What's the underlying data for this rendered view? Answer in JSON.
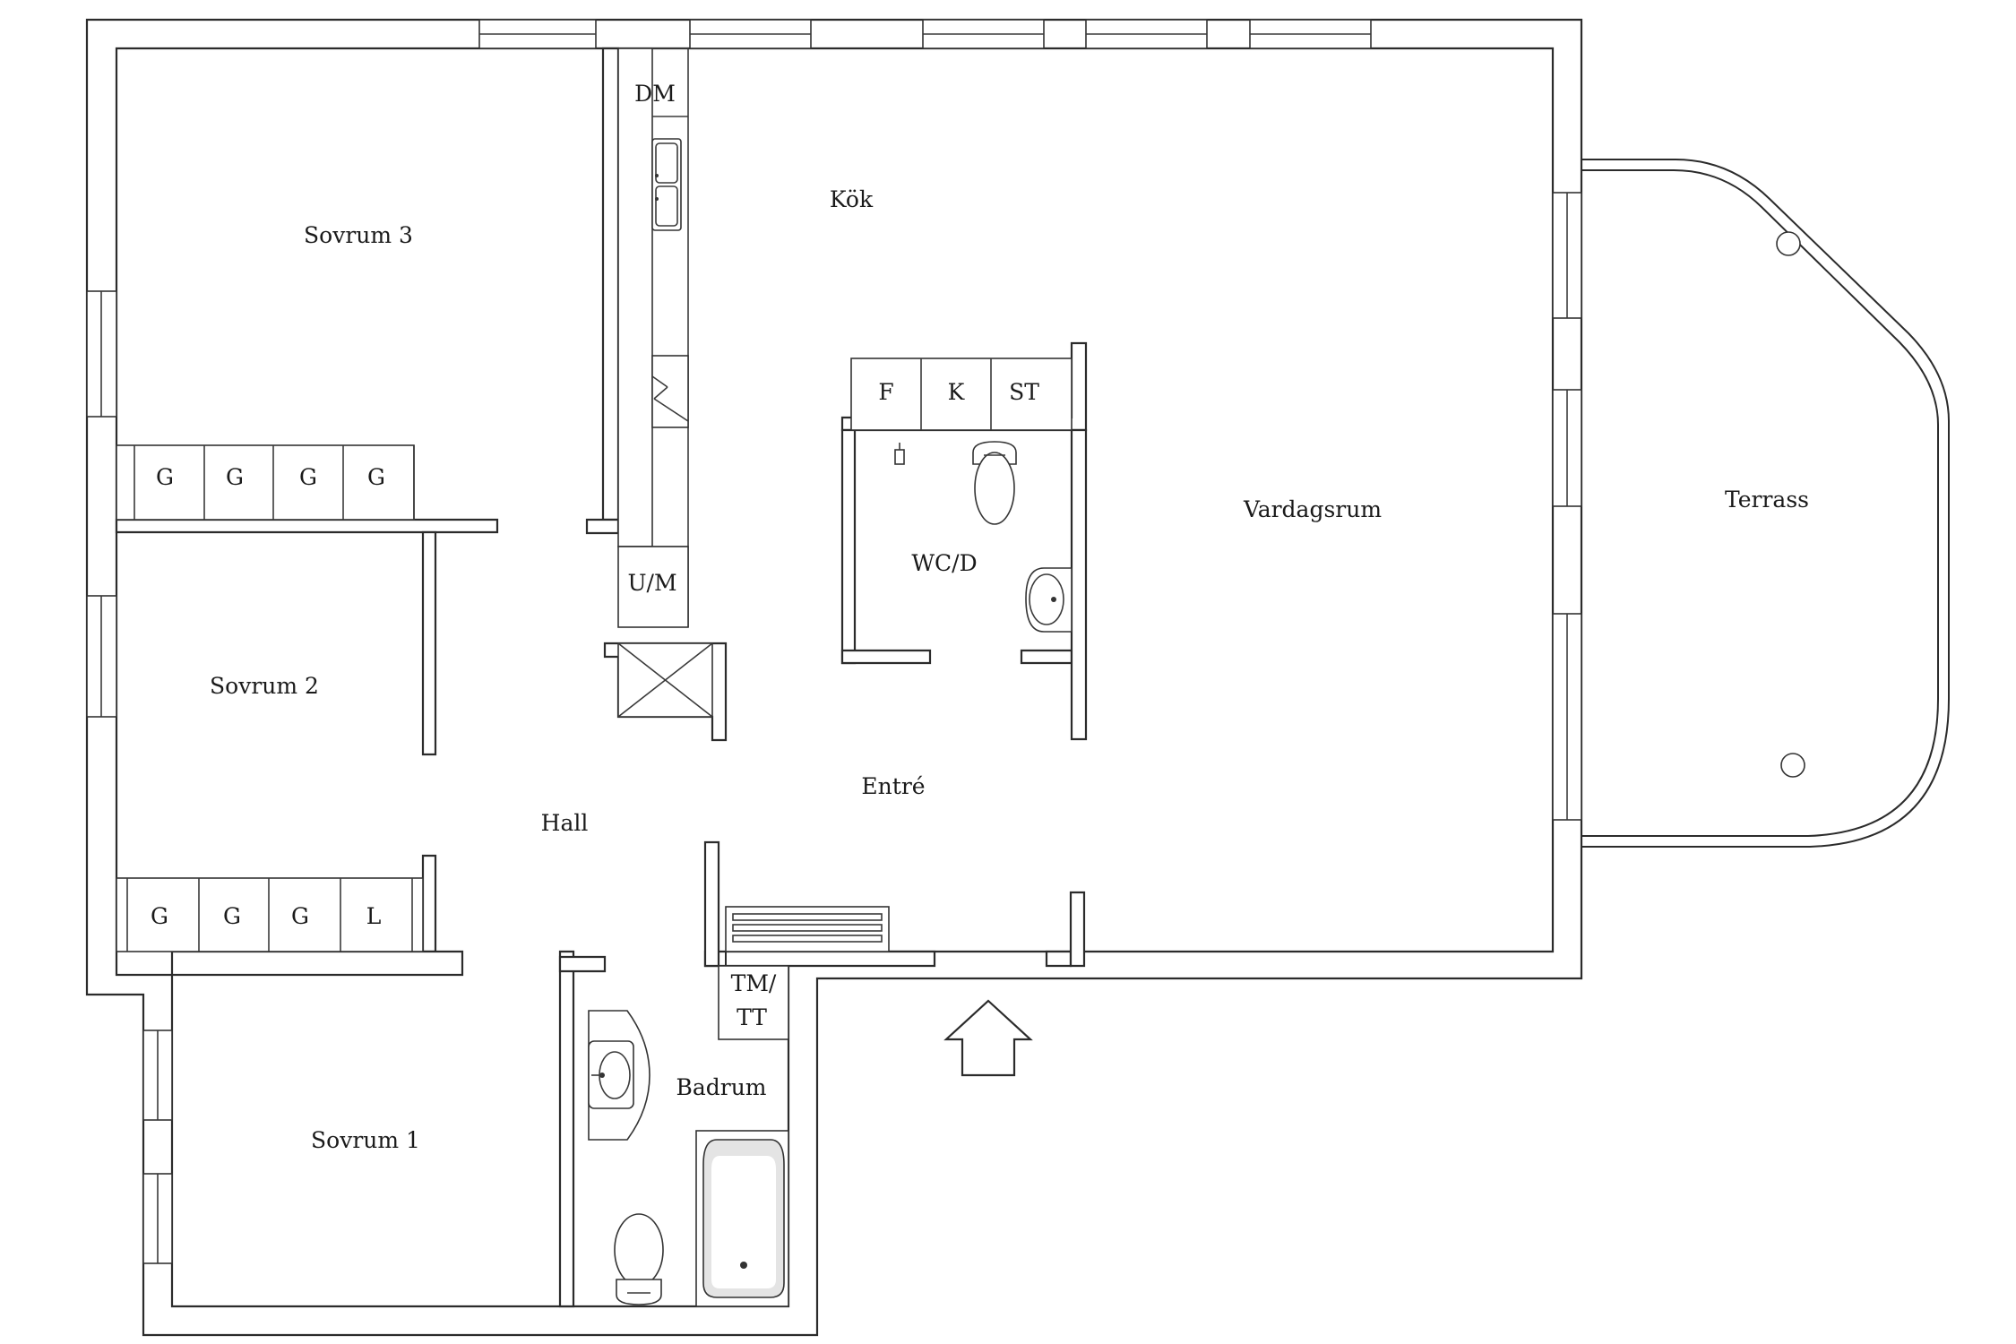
{
  "rooms": {
    "sovrum3": "Sovrum 3",
    "sovrum2": "Sovrum 2",
    "sovrum1": "Sovrum 1",
    "kok": "Kök",
    "hall": "Hall",
    "entre": "Entré",
    "wcd": "WC/D",
    "vardagsrum": "Vardagsrum",
    "terrass": "Terrass",
    "badrum": "Badrum"
  },
  "fixtures": {
    "dm": "DM",
    "um": "U/M",
    "f": "F",
    "k": "K",
    "st": "ST",
    "tm": "TM/",
    "tt": "TT",
    "closets_sovrum3": [
      "G",
      "G",
      "G",
      "G"
    ],
    "closets_hall": [
      "G",
      "G",
      "G",
      "L"
    ]
  }
}
